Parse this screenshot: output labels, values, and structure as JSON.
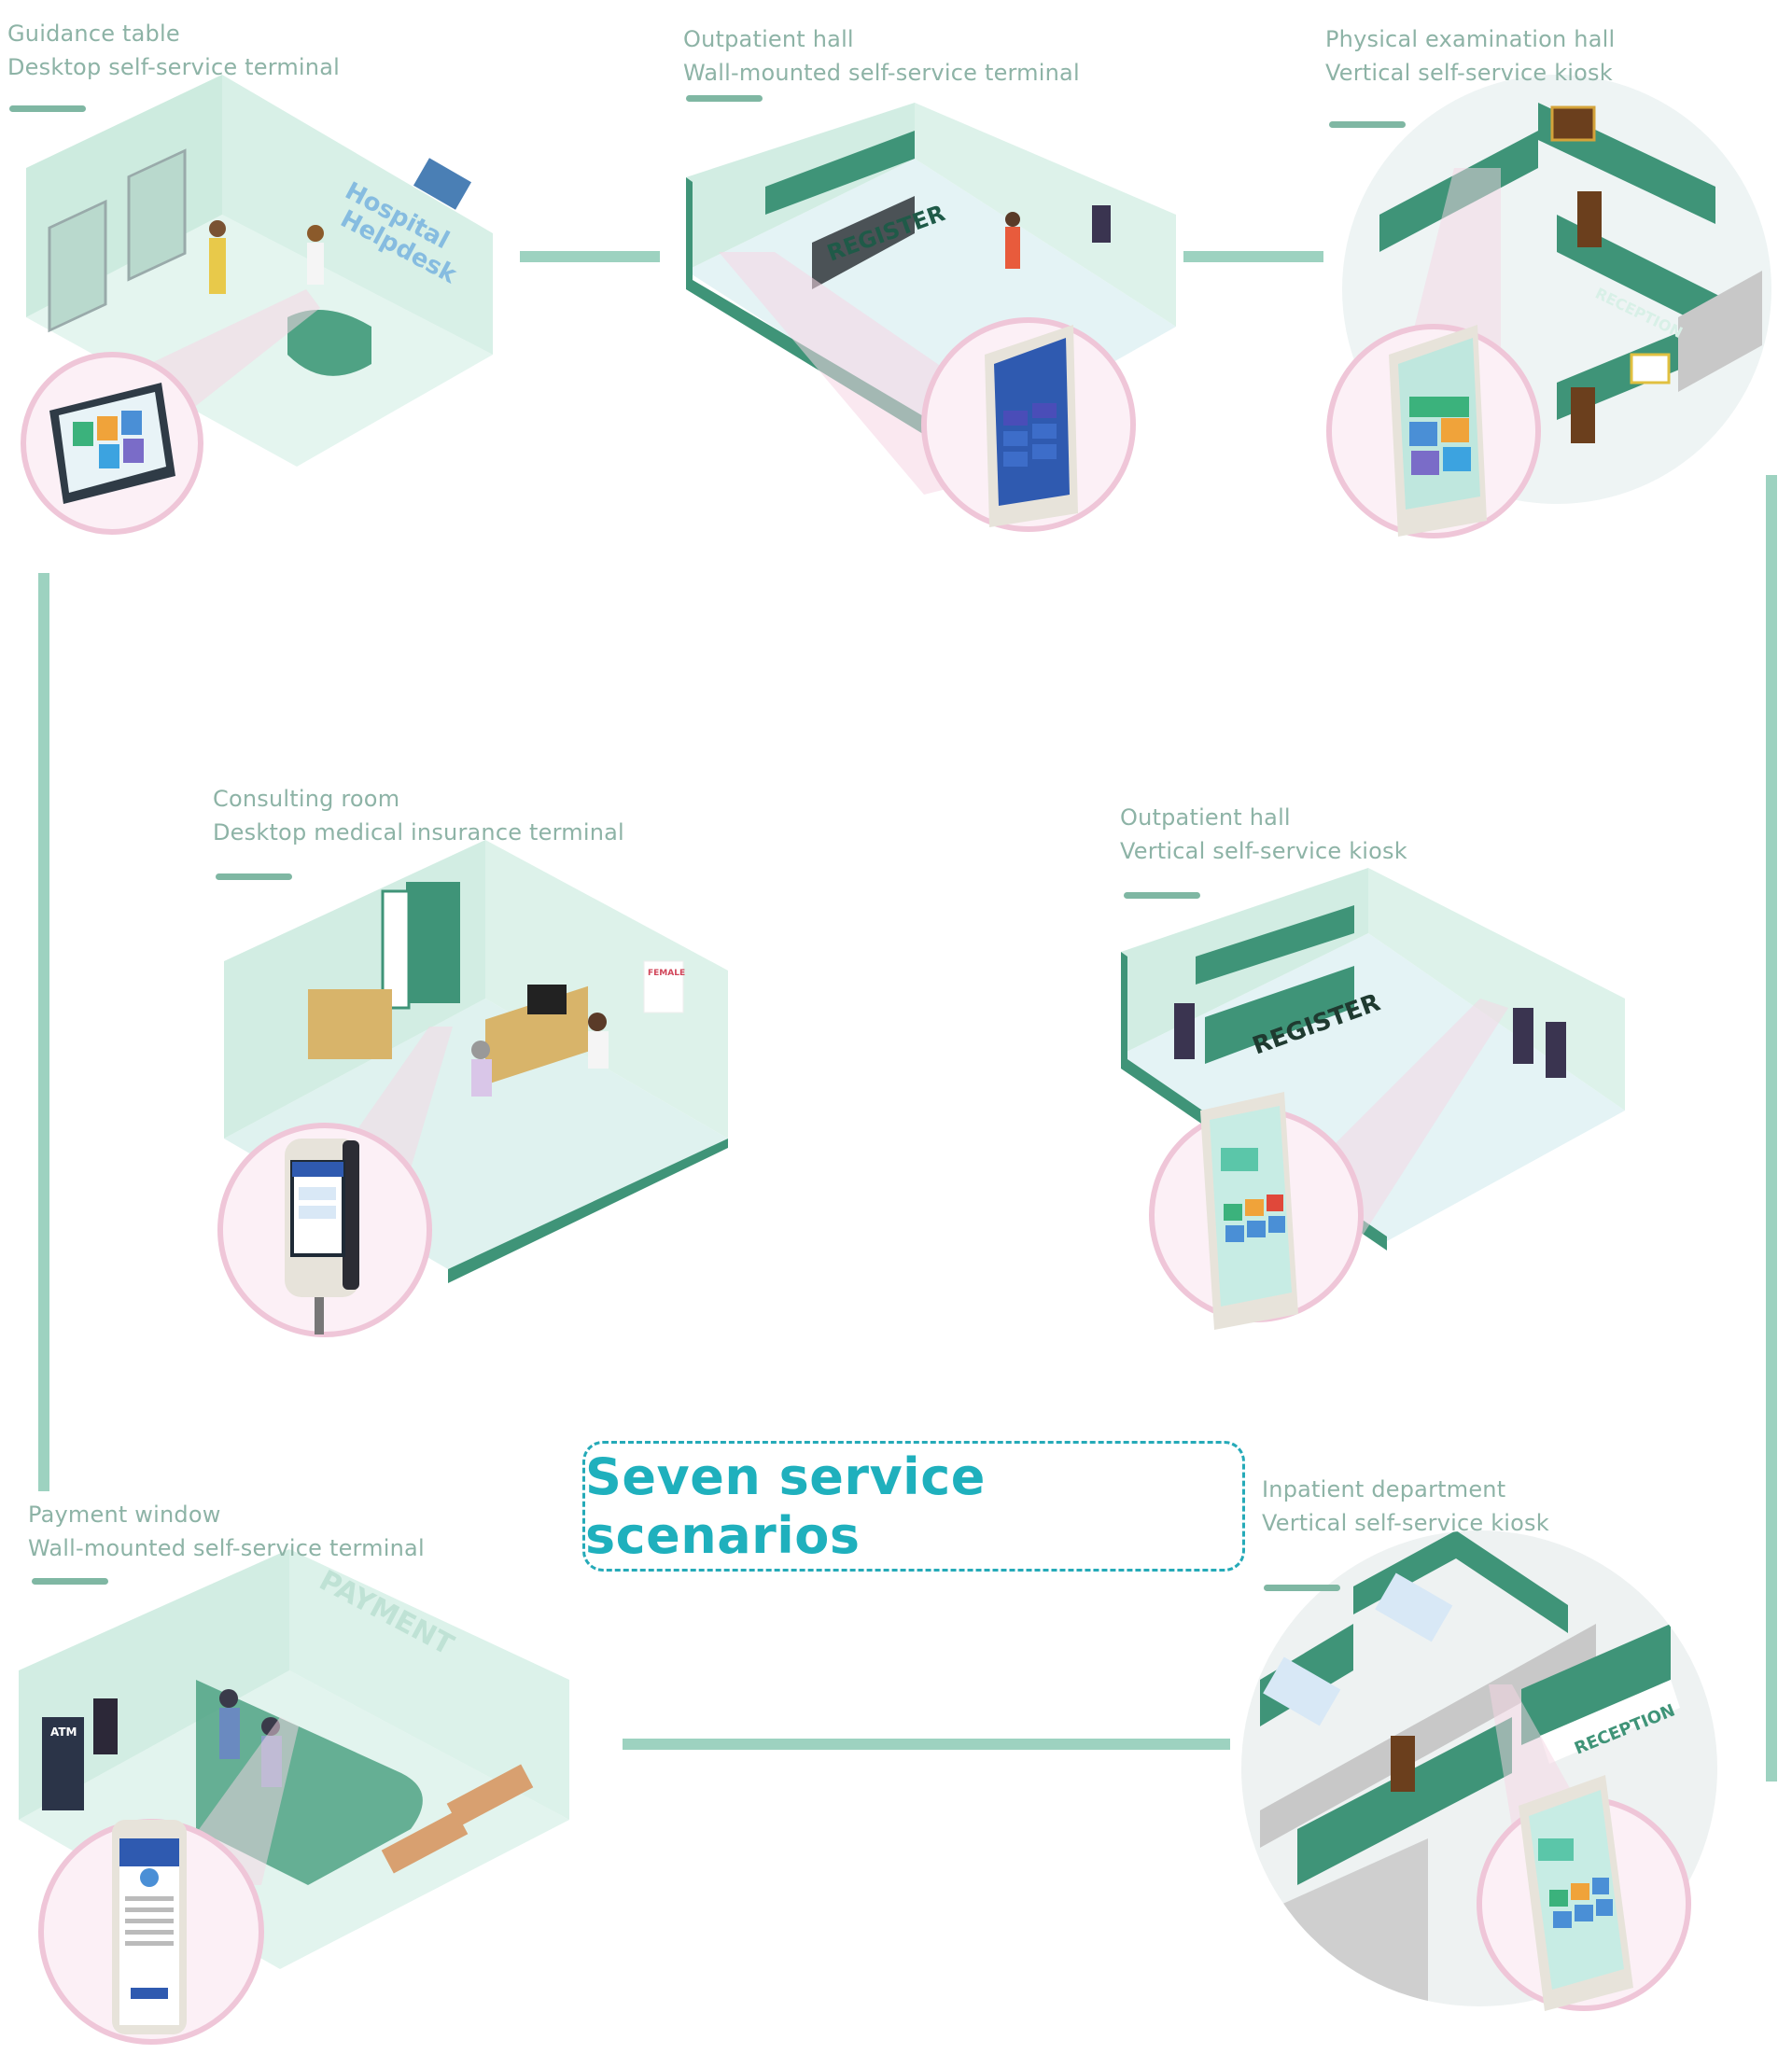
{
  "title": "Seven service scenarios",
  "colors": {
    "label_text": "#8db3a6",
    "underline": "#7fb7a3",
    "connector": "#9dd2c0",
    "title_accent": "#1fb0bd",
    "wall_green": "#3f9478",
    "room_mint": "#d5efe6",
    "zoom_circle_border": "#efc6d8",
    "zoom_circle_fill": "#fcf0f6"
  },
  "scenarios": [
    {
      "location": "Guidance table",
      "device": "Desktop self-service terminal",
      "sign_lines": [
        "Hospital",
        "Helpdesk"
      ],
      "icon": "desktop-terminal-icon"
    },
    {
      "location": "Outpatient hall",
      "device": "Wall-mounted self-service terminal",
      "sign_lines": [
        "REGISTER"
      ],
      "icon": "wall-terminal-icon"
    },
    {
      "location": "Physical examination hall",
      "device": "Vertical self-service kiosk",
      "sign_lines": [
        "RECEPTION"
      ],
      "icon": "vertical-kiosk-icon"
    },
    {
      "location": "Consulting room",
      "device": "Desktop medical insurance terminal",
      "sign_lines": [
        "FEMALE"
      ],
      "icon": "insurance-terminal-icon"
    },
    {
      "location": "Outpatient hall",
      "device": "Vertical self-service kiosk",
      "sign_lines": [
        "REGISTER"
      ],
      "icon": "vertical-kiosk-icon"
    },
    {
      "location": "Payment window",
      "device": "Wall-mounted self-service terminal",
      "sign_lines": [
        "PAYMENT",
        "ATM"
      ],
      "icon": "wall-terminal-icon"
    },
    {
      "location": "Inpatient department",
      "device": "Vertical self-service kiosk",
      "sign_lines": [
        "RECEPTION"
      ],
      "icon": "vertical-kiosk-icon"
    }
  ]
}
